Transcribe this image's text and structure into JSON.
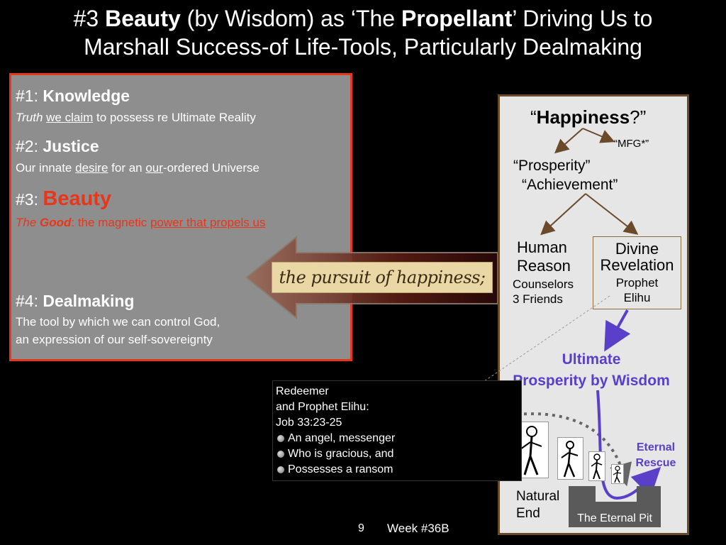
{
  "title": {
    "line1_pre": "#3 ",
    "line1_bold1": "Beauty",
    "line1_mid": " (by Wisdom) as ‘The ",
    "line1_bold2": "Propellant",
    "line1_post": "’ Driving Us to",
    "line2": "Marshall Success-of Life-Tools, Particularly Dealmaking"
  },
  "left": {
    "item1": {
      "num": "#1:  ",
      "label": "Knowledge",
      "sub_italic": "Truth",
      "sub_sp": " ",
      "sub_u": "we claim",
      "sub_rest": " to possess re Ultimate Reality"
    },
    "item2": {
      "num": "#2:  ",
      "label": "Justice",
      "sub_pre": "Our innate ",
      "sub_u1": "desire",
      "sub_mid": " for an ",
      "sub_u2": "our",
      "sub_rest": "-ordered Universe"
    },
    "item3": {
      "num": "#3:  ",
      "label": "Beauty",
      "sub_italic": "The ",
      "sub_bold": "Good",
      "sub_mid": ": the magnetic ",
      "sub_u": "power that propels us"
    },
    "item4": {
      "num": "#4:  ",
      "label": "Dealmaking",
      "line1": "The tool by which we can control God,",
      "line2": "an expression of our self-sovereignty"
    }
  },
  "manuscript_text": "the pursuit of happiness;",
  "right": {
    "happiness_open": "“",
    "happiness_bold": "Happiness",
    "happiness_close": "?”",
    "mfg": "“MFG*”",
    "prosperity": "“Prosperity”",
    "achievement": "“Achievement”",
    "human": "Human",
    "reason": "Reason",
    "counselors": "Counselors",
    "friends": "3 Friends",
    "divine": "Divine",
    "revelation": "Revelation",
    "prophet": "Prophet",
    "elihu": "Elihu",
    "ultimate": "Ultimate",
    "prosperity_wisdom": "Prosperity by Wisdom",
    "eternal": "Eternal",
    "rescue": "Rescue",
    "natural": "Natural",
    "end": "End",
    "pit": "The Eternal Pit"
  },
  "callout": {
    "l1": "Redeemer",
    "l2": "and Prophet Elihu:",
    "l3": "Job 33:23-25",
    "b1": "An angel, messenger",
    "b2": "Who is gracious, and",
    "b3": "Possesses a ransom"
  },
  "footer": {
    "slide_num": "9",
    "week": "Week #36B"
  },
  "colors": {
    "accent_red": "#e8361a",
    "accent_purple": "#5a3fc8",
    "brown": "#6b4a2a"
  }
}
